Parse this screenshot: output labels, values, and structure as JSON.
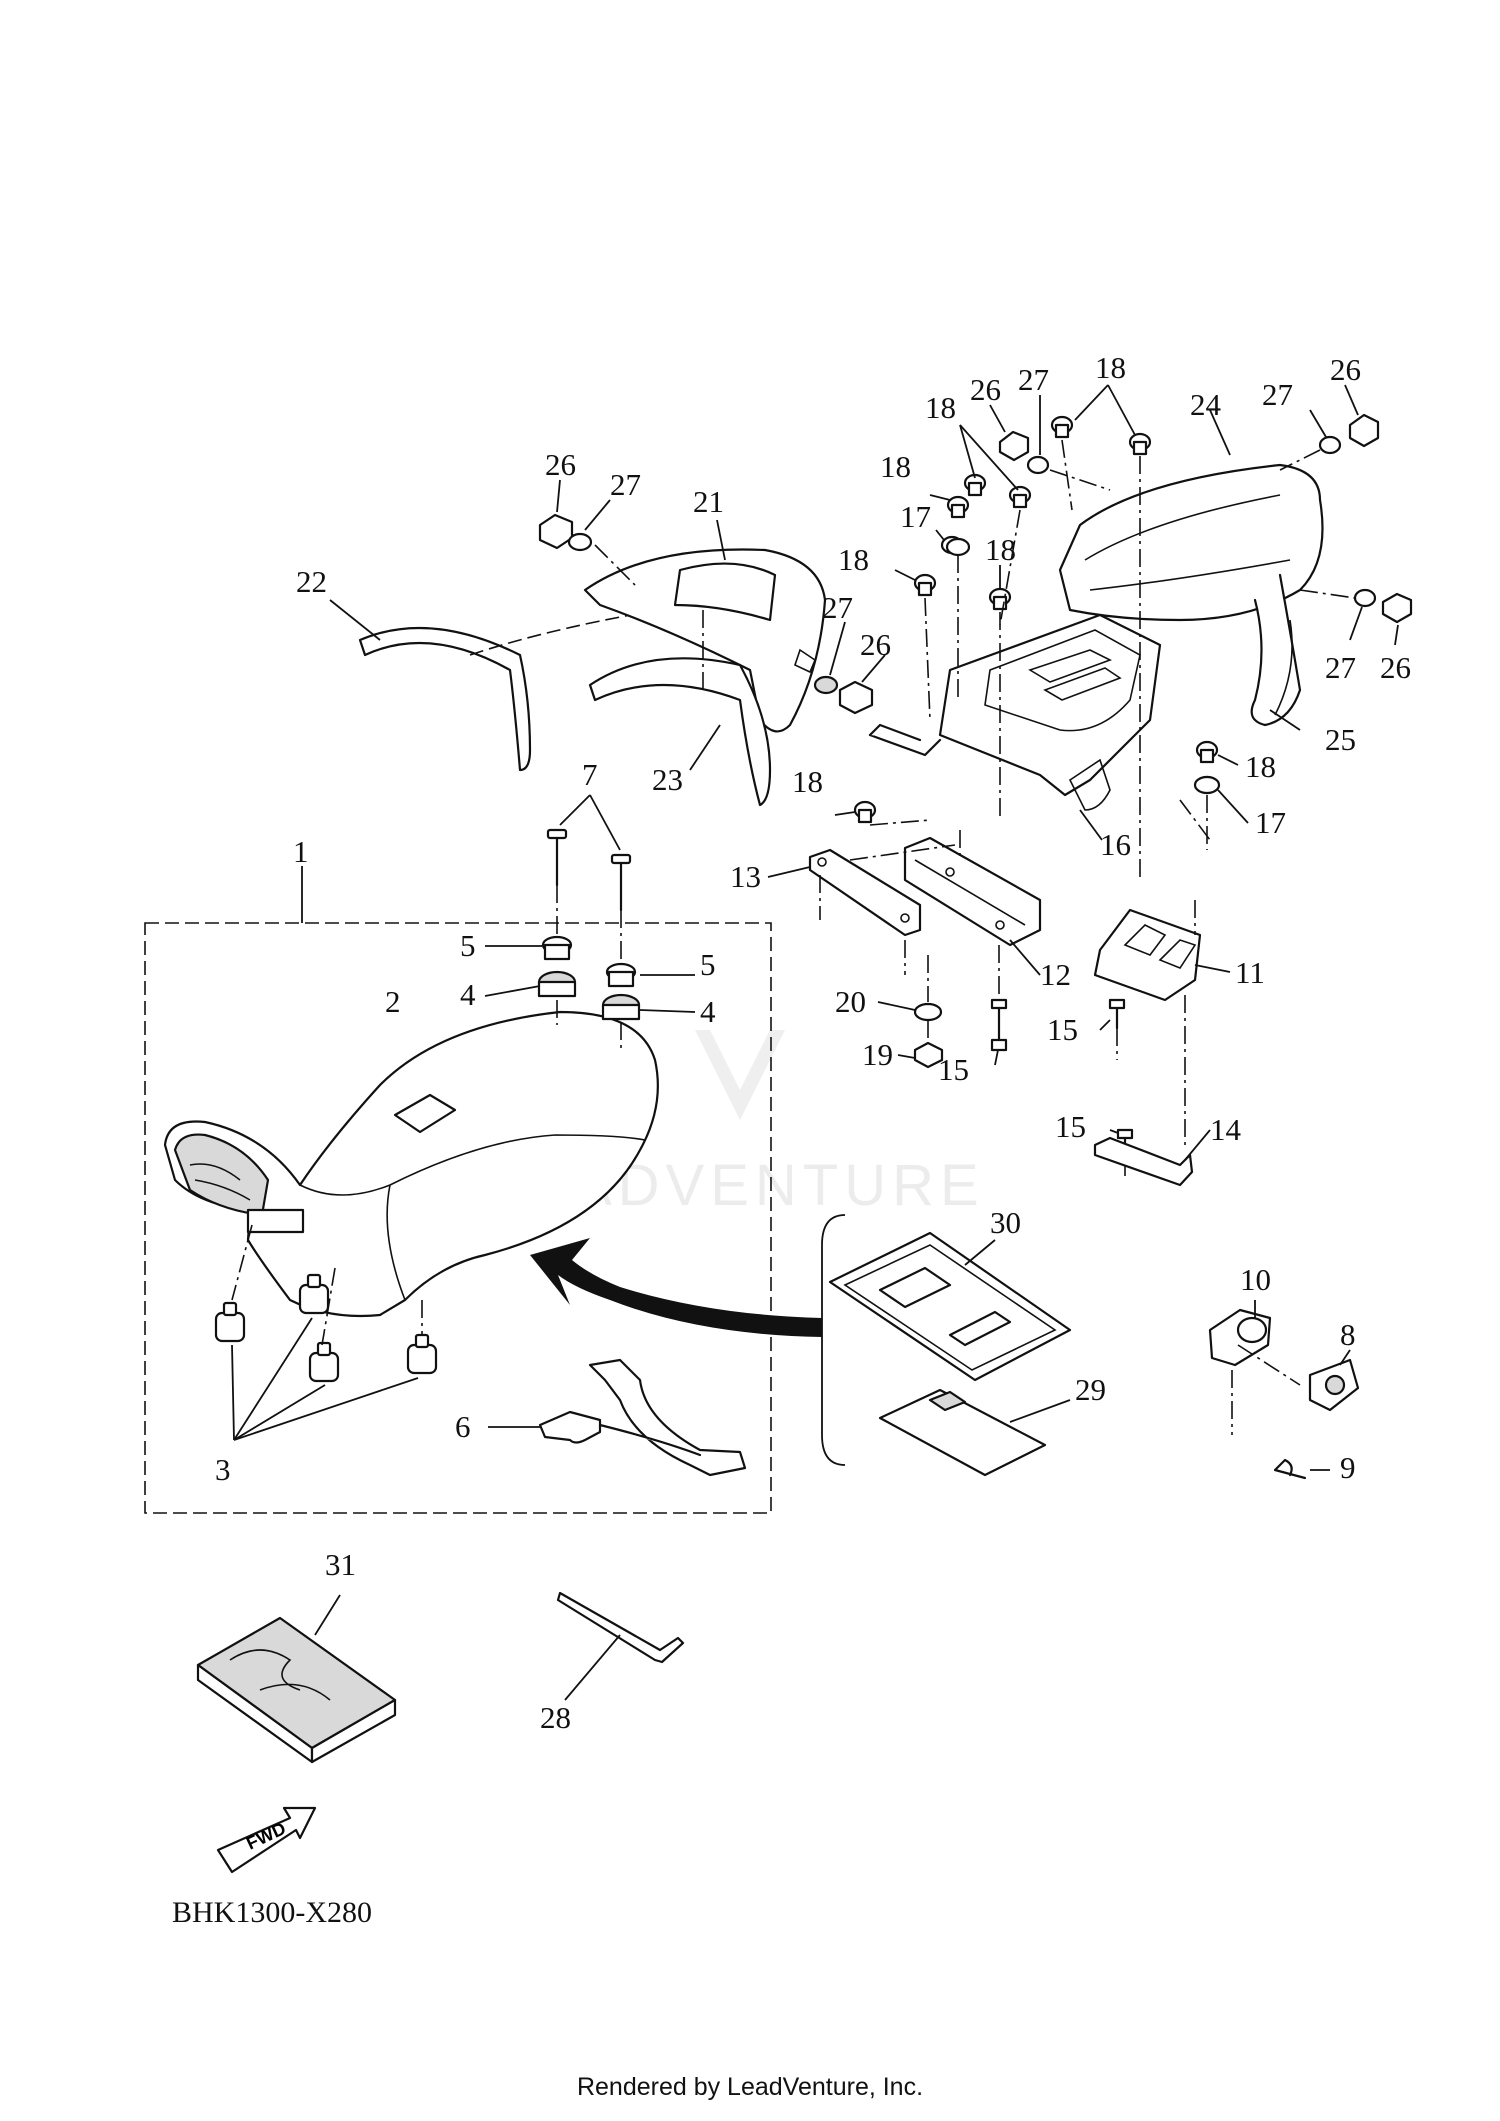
{
  "diagram": {
    "code": "BHK1300-X280",
    "fwd_label": "FWD",
    "watermark": "LEADVENTURE",
    "footer": "Rendered by LeadVenture, Inc.",
    "callouts": [
      "1",
      "2",
      "3",
      "4",
      "4",
      "5",
      "5",
      "6",
      "7",
      "8",
      "9",
      "10",
      "11",
      "12",
      "13",
      "14",
      "15",
      "15",
      "15",
      "15",
      "16",
      "17",
      "17",
      "18",
      "18",
      "18",
      "18",
      "18",
      "18",
      "18",
      "18",
      "18",
      "19",
      "20",
      "21",
      "22",
      "23",
      "24",
      "25",
      "26",
      "26",
      "26",
      "26",
      "27",
      "27",
      "27",
      "27",
      "28",
      "29",
      "30",
      "31"
    ]
  }
}
